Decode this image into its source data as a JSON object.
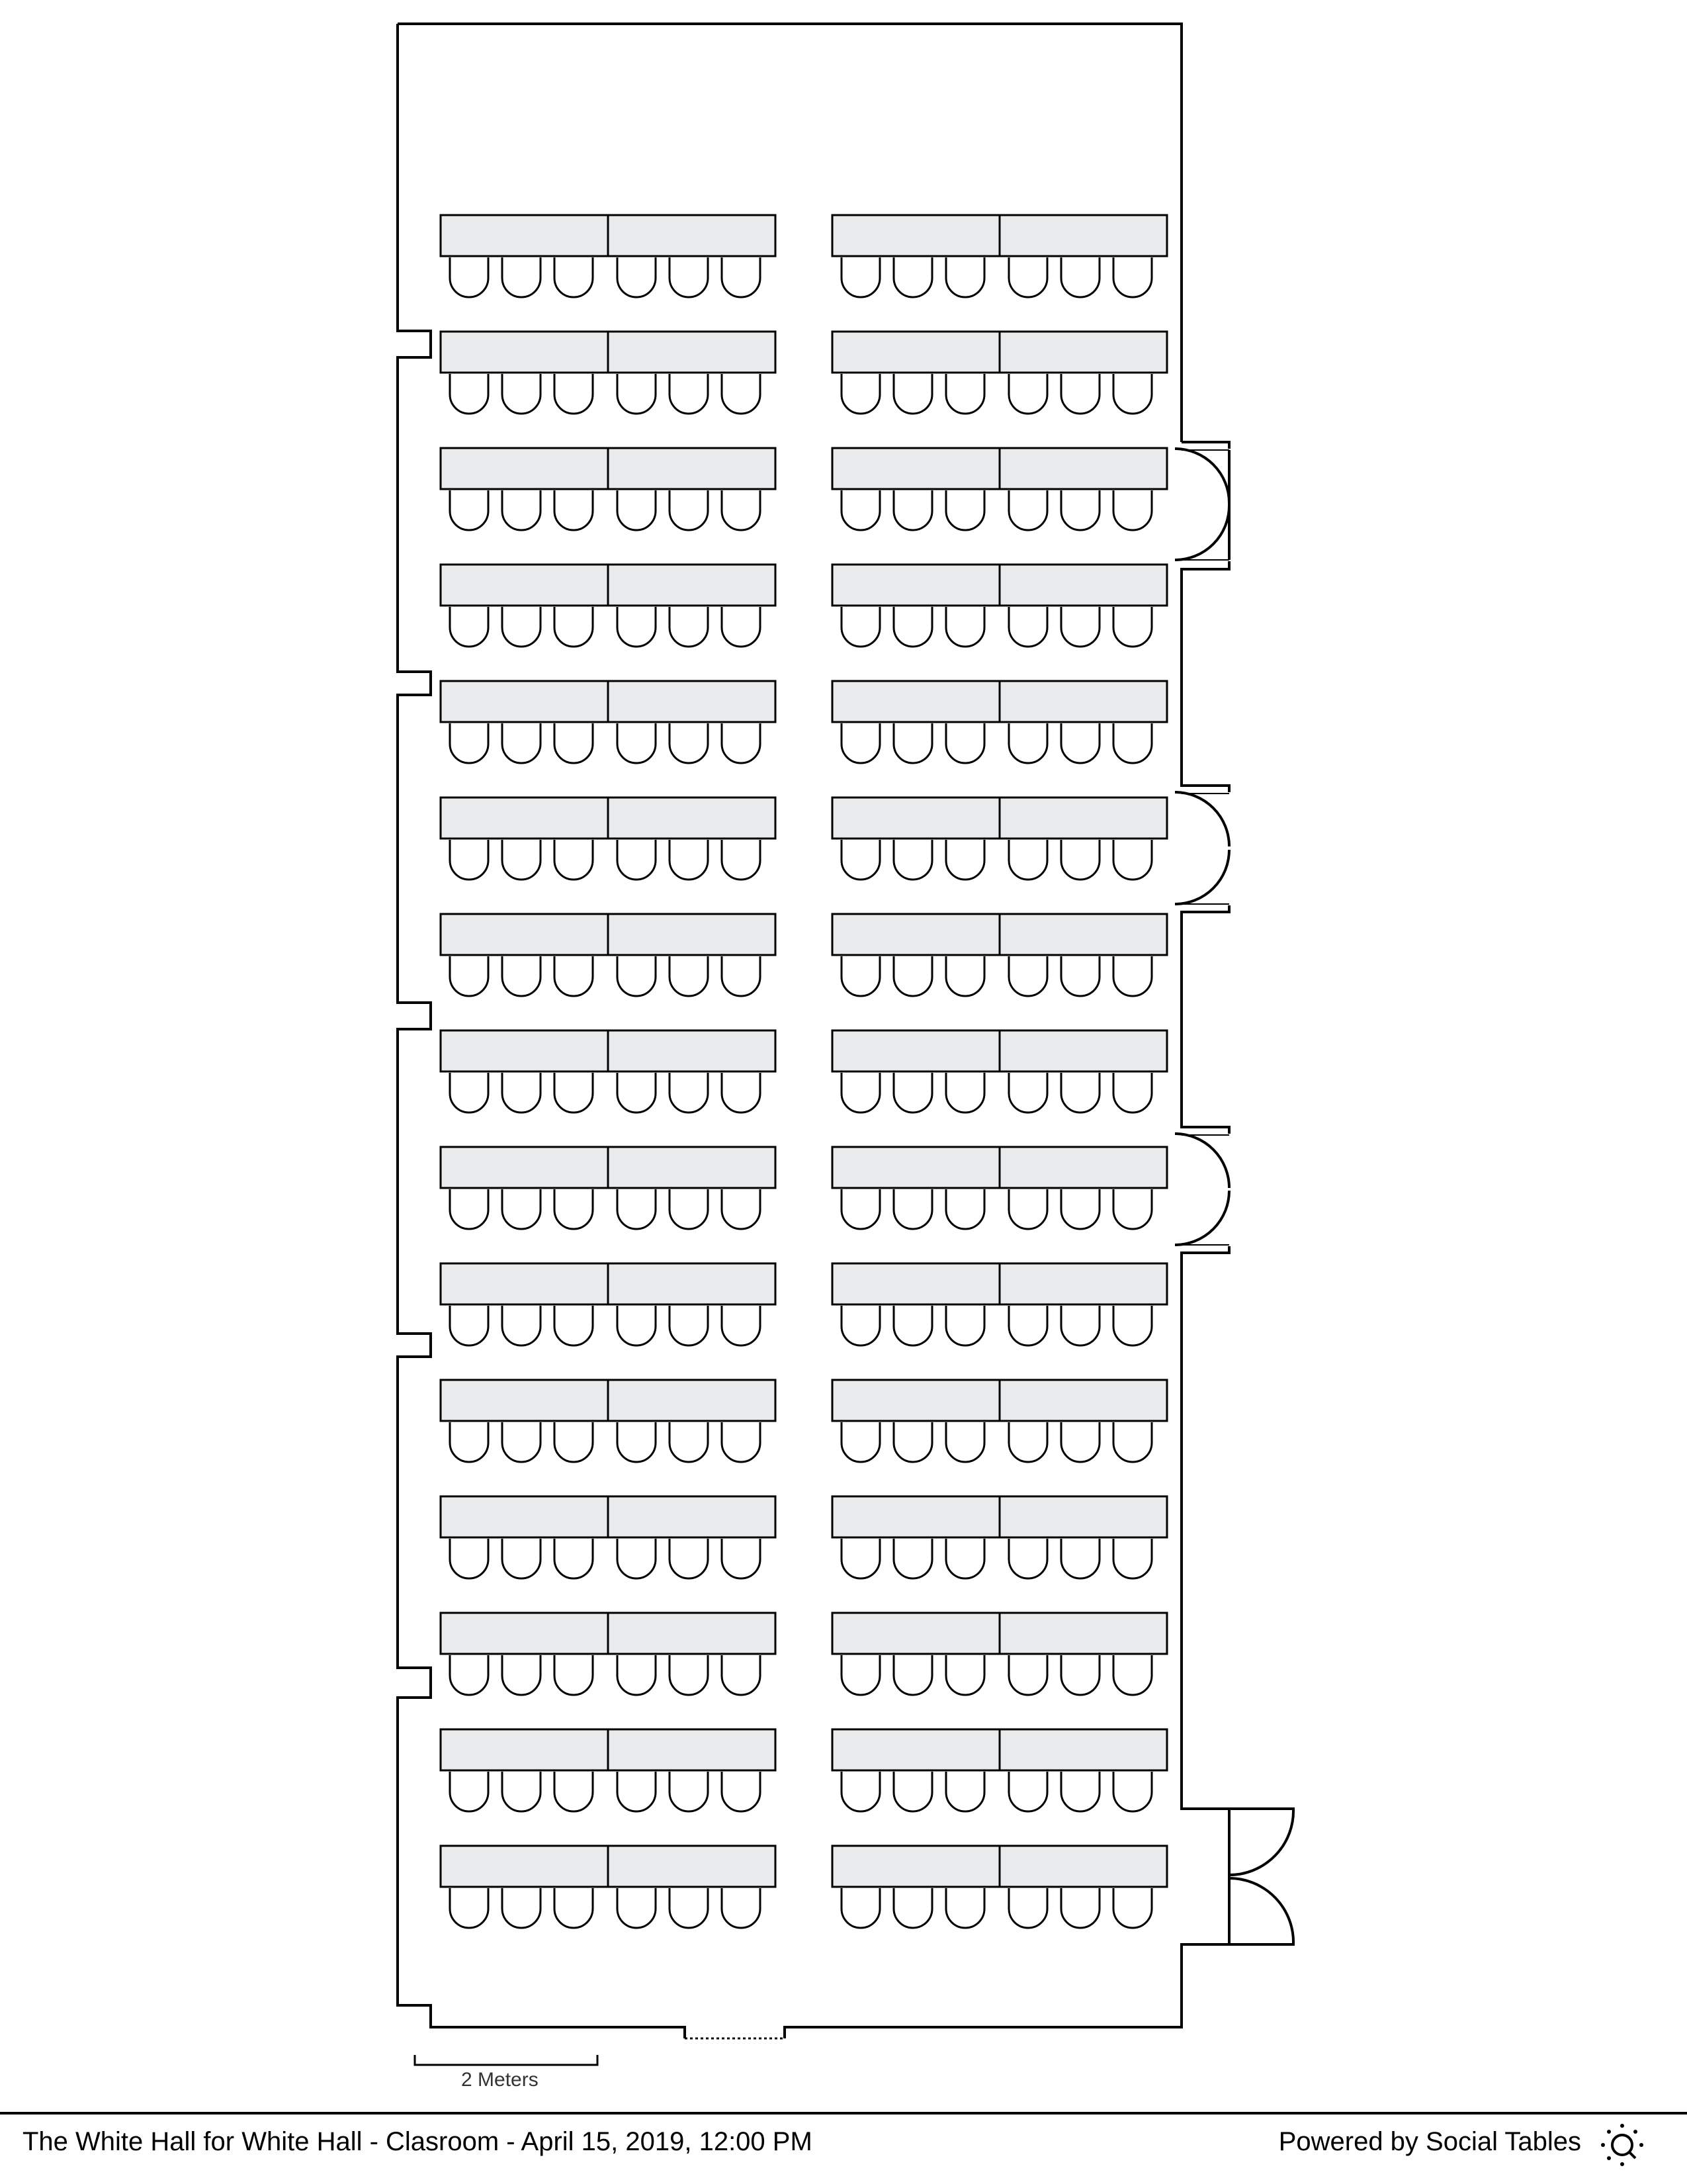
{
  "footer": {
    "title": "The White Hall for White Hall - Clasroom - April 15, 2019, 12:00 PM",
    "powered_by": "Powered by Social Tables"
  },
  "scale": {
    "label": "2 Meters"
  },
  "layout": {
    "rows": 15,
    "columns": 2,
    "tables_per_row_column": 2,
    "chairs_per_table": 3
  },
  "colors": {
    "table_fill": "#e8eaec",
    "line": "#000000"
  },
  "icons": {
    "brand": "social-tables-logo-icon"
  }
}
